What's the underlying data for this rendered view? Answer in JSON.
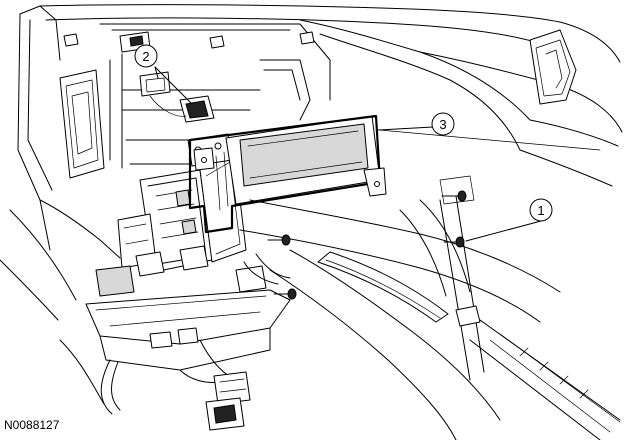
{
  "figure_id": "N0088127",
  "callouts": [
    {
      "label": "1",
      "part": "bolt"
    },
    {
      "label": "2",
      "part": "electrical-connector"
    },
    {
      "label": "3",
      "part": "display-module-bracket"
    }
  ]
}
